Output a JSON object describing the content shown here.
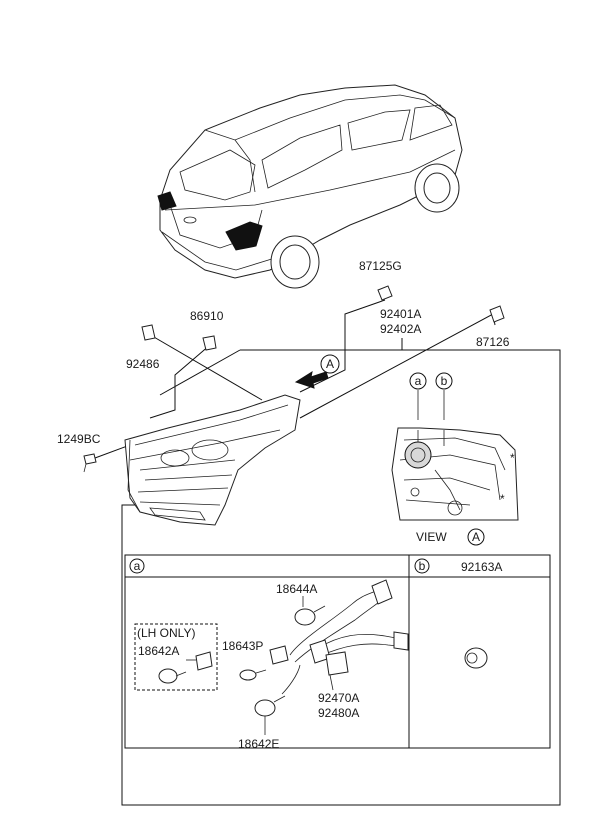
{
  "view_label": "VIEW",
  "callouts": {
    "a": "a",
    "b": "b",
    "view_ref": "A"
  },
  "parts": {
    "p87125G": "87125G",
    "p92401A": "92401A",
    "p92402A": "92402A",
    "p87126": "87126",
    "p86910": "86910",
    "p92486": "92486",
    "p1249BC": "1249BC",
    "p18644A": "18644A",
    "p18643P": "18643P",
    "p18642A": "18642A",
    "p92470A": "92470A",
    "p92480A": "92480A",
    "p18642E": "18642E",
    "p92163A": "92163A"
  },
  "detail_box": {
    "section_a": "a",
    "section_b": "b",
    "lh_only": "(LH ONLY)"
  }
}
